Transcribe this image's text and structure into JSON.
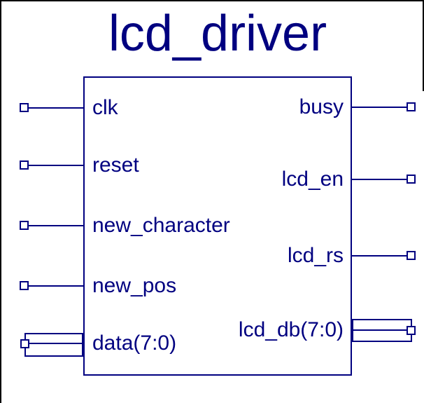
{
  "title": "lcd_driver",
  "colors": {
    "symbol": "#000080",
    "frame": "#000000",
    "background": "#ffffff"
  },
  "component": {
    "name": "lcd_driver",
    "inputs": [
      {
        "name": "clk",
        "bus": false
      },
      {
        "name": "reset",
        "bus": false
      },
      {
        "name": "new_character",
        "bus": false
      },
      {
        "name": "new_pos",
        "bus": false
      },
      {
        "name": "data(7:0)",
        "bus": true
      }
    ],
    "outputs": [
      {
        "name": "busy",
        "bus": false
      },
      {
        "name": "lcd_en",
        "bus": false
      },
      {
        "name": "lcd_rs",
        "bus": false
      },
      {
        "name": "lcd_db(7:0)",
        "bus": true
      }
    ]
  }
}
